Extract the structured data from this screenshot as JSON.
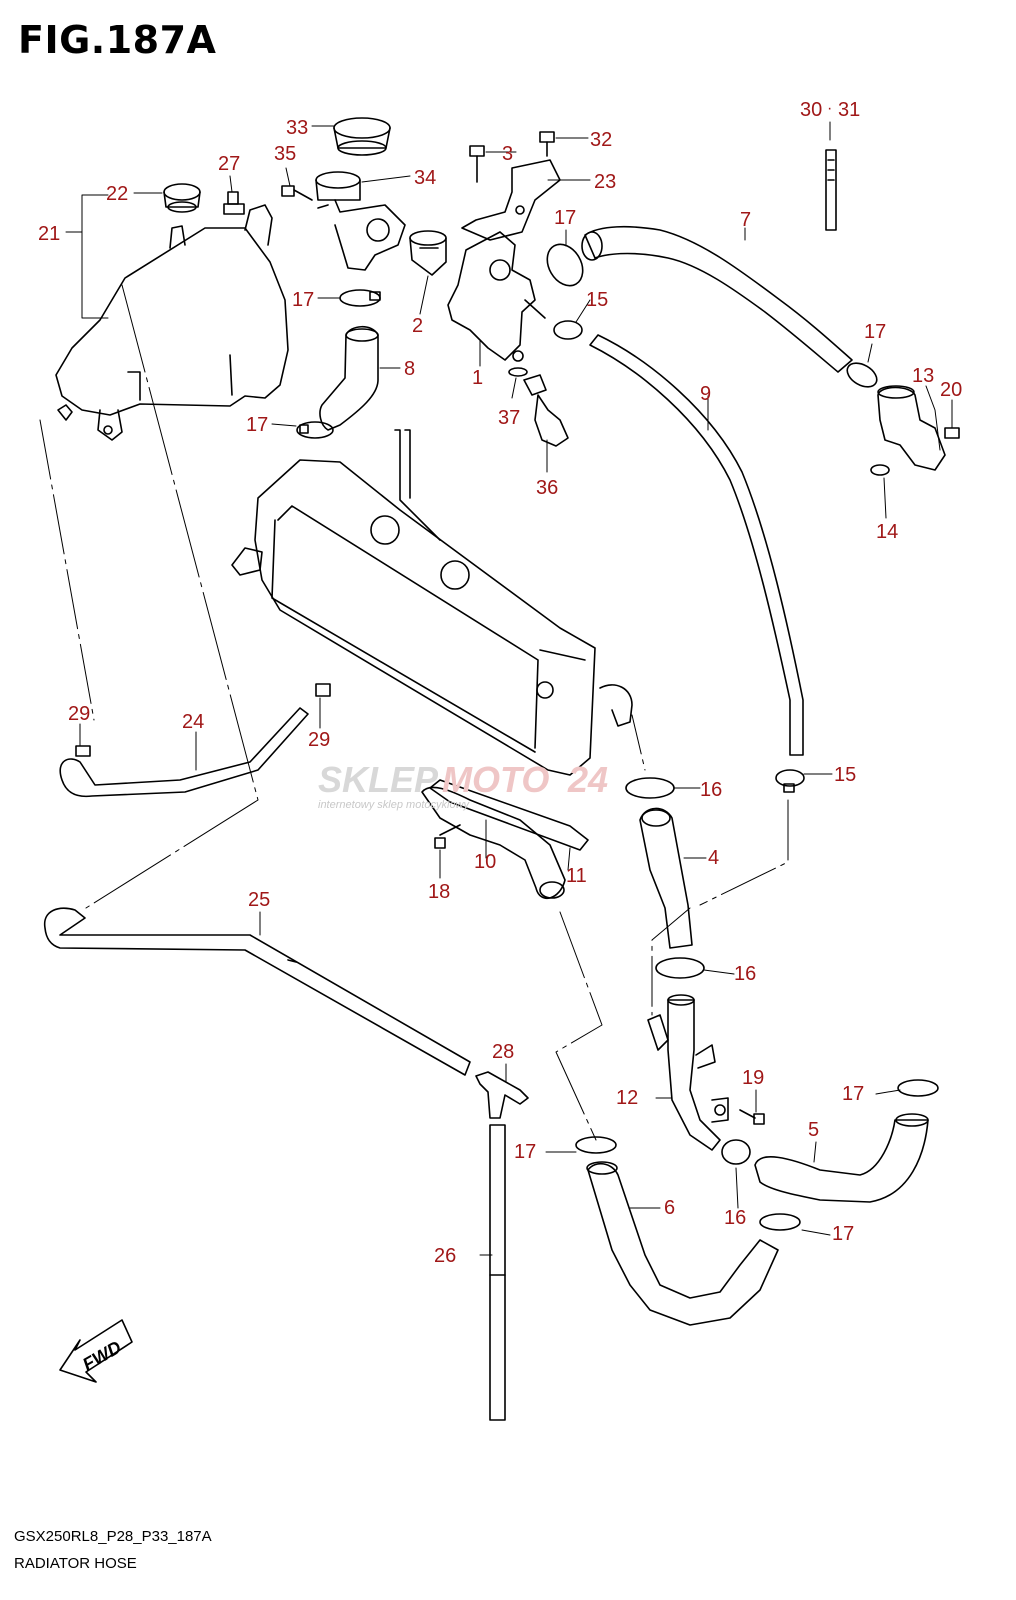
{
  "title": "FIG.187A",
  "footer": {
    "code": "GSX250RL8_P28_P33_187A",
    "name": "RADIATOR HOSE"
  },
  "watermark": {
    "brand_a": "SKLEP",
    "brand_b": "MOTO",
    "brand_c": "24",
    "tagline": "internetowy sklep motocyklowy"
  },
  "fwd_label": "FWD",
  "labels": {
    "l1": "1",
    "l2": "2",
    "l3": "3",
    "l4": "4",
    "l5": "5",
    "l6": "6",
    "l7": "7",
    "l8": "8",
    "l9": "9",
    "l10": "10",
    "l11": "11",
    "l12": "12",
    "l13": "13",
    "l14": "14",
    "l15a": "15",
    "l15b": "15",
    "l16a": "16",
    "l16b": "16",
    "l16c": "16",
    "l17a": "17",
    "l17b": "17",
    "l17c": "17",
    "l17d": "17",
    "l17e": "17",
    "l17f": "17",
    "l17g": "17",
    "l18": "18",
    "l19": "19",
    "l20": "20",
    "l21": "21",
    "l22": "22",
    "l23": "23",
    "l24": "24",
    "l25": "25",
    "l26": "26",
    "l27": "27",
    "l28": "28",
    "l29a": "29",
    "l29b": "29",
    "l30": "30",
    "l31": "31",
    "l32": "32",
    "l33": "33",
    "l34": "34",
    "l35": "35",
    "l36": "36",
    "l37": "37"
  },
  "colors": {
    "label": "#a01818",
    "line": "#000000"
  }
}
